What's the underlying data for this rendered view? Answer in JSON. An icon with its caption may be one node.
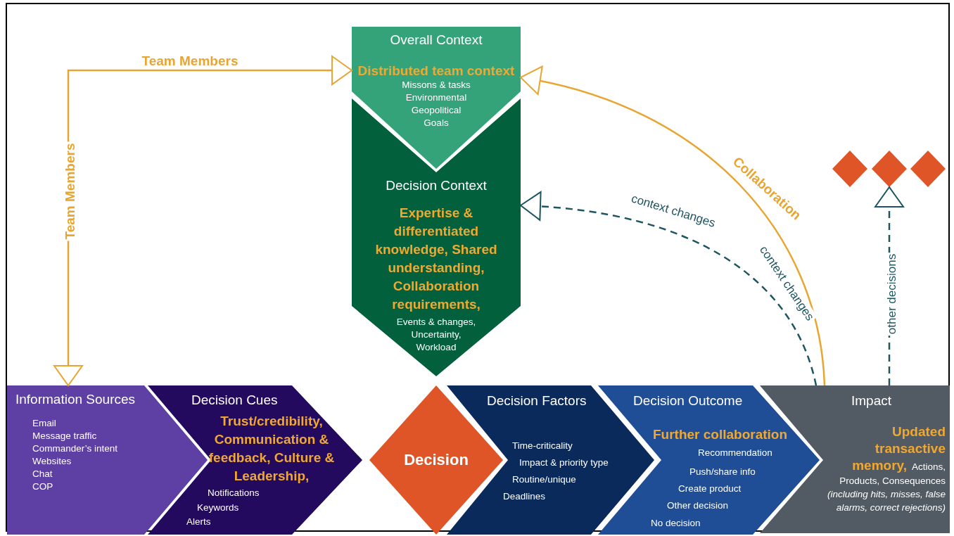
{
  "diagram": {
    "nodes": [
      {
        "text": [
          "Overall Context",
          "Distributed team context",
          "Missons & tasks",
          "Environmental",
          "Geopolitical",
          "Goals"
        ]
      },
      {
        "text": [
          "Decision Context",
          "Expertise & differentiated knowledge, Shared understanding, Collaboration requirements,",
          "Events & changes,",
          "Uncertainty,",
          "Workload"
        ]
      },
      {
        "text": [
          "Information Sources",
          "Email",
          "Message traffic",
          "Commander’s intent",
          "Websites",
          "Chat",
          "COP"
        ]
      },
      {
        "text": [
          "Decision Cues",
          "Trust/credibility, Communication & feedback, Culture & Leadership,",
          "Notifications",
          "Keywords",
          "Alerts"
        ]
      },
      {
        "text": [
          "Decision"
        ]
      },
      {
        "text": [
          "Decision Factors",
          "Time-criticality",
          "Impact & priority type",
          "Routine/unique",
          "Deadlines"
        ]
      },
      {
        "text": [
          "Decision Outcome",
          "Further collaboration",
          "Recommendation",
          "Push/share info",
          "Create product",
          "Other decision",
          "No decision"
        ]
      },
      {
        "text": [
          "Impact",
          "**Updated transactive memory,** Actions, Products, Consequences *(including hits, misses, false alarms, correct rejections)*"
        ]
      },
      {
        "text": [],
        "shape": "diamond"
      },
      {
        "text": [],
        "shape": "diamond"
      },
      {
        "text": [],
        "shape": "diamond"
      }
    ],
    "edges": [
      {
        "from": 2,
        "to": 0,
        "arrow": "both",
        "label": "Team Members"
      },
      {
        "from": 7,
        "to": 0,
        "arrow": "to",
        "label": "Collaboration"
      },
      {
        "from": 7,
        "to": 1,
        "arrow": "to",
        "label": "context changes",
        "style": "dashed",
        "color": "#1d5560"
      },
      {
        "from": 7,
        "to": 9,
        "arrow": "to",
        "label": "other decisions",
        "style": "dashed",
        "color": "#1d5560"
      }
    ],
    "labels": [
      "Team Members",
      "context changes"
    ]
  }
}
